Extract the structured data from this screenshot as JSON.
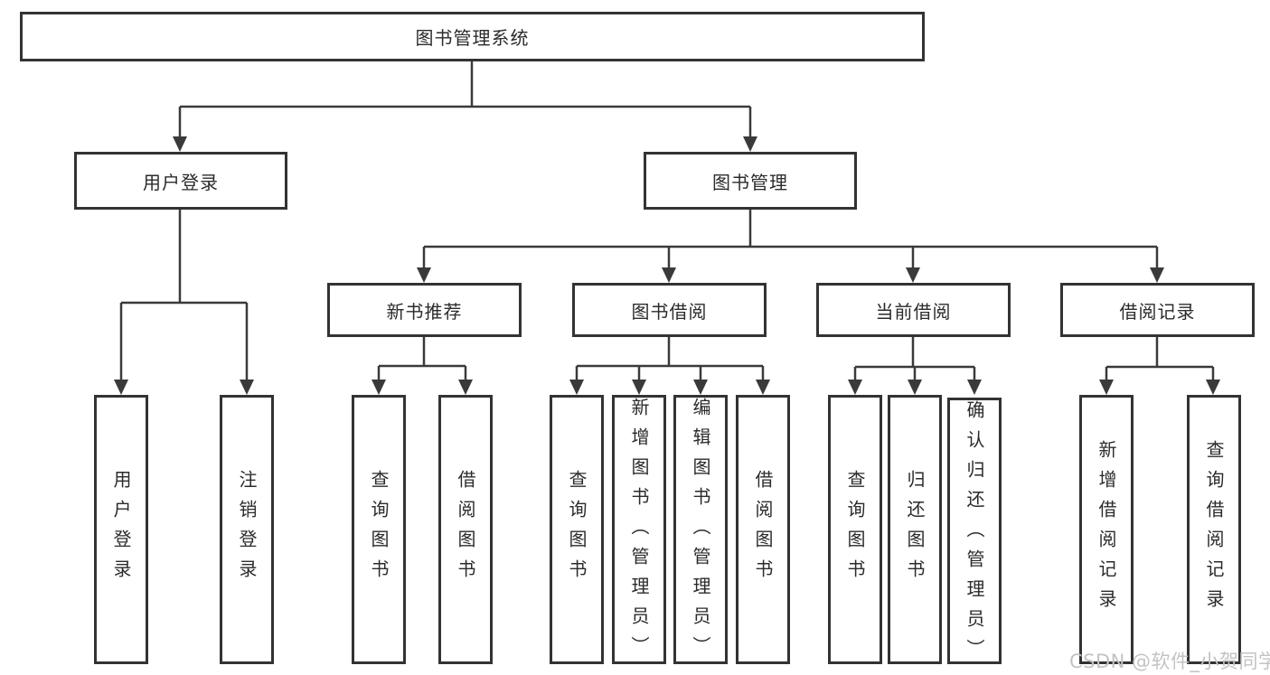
{
  "title": "图书管理系统",
  "tree": {
    "root": {
      "label": "图书管理系统"
    },
    "branches": [
      {
        "label": "用户登录",
        "leaves": [
          {
            "label": "用户登录"
          },
          {
            "label": "注销登录"
          }
        ]
      },
      {
        "label": "图书管理",
        "groups": [
          {
            "label": "新书推荐",
            "leaves": [
              {
                "label": "查询图书"
              },
              {
                "label": "借阅图书"
              }
            ]
          },
          {
            "label": "图书借阅",
            "leaves": [
              {
                "label": "查询图书"
              },
              {
                "label": "新增图书（管理员）"
              },
              {
                "label": "编辑图书（管理员）"
              },
              {
                "label": "借阅图书"
              }
            ]
          },
          {
            "label": "当前借阅",
            "leaves": [
              {
                "label": "查询图书"
              },
              {
                "label": "归还图书"
              },
              {
                "label": "确认归还（管理员）"
              }
            ]
          },
          {
            "label": "借阅记录",
            "leaves": [
              {
                "label": "新增借阅记录"
              },
              {
                "label": "查询借阅记录"
              }
            ]
          }
        ]
      }
    ]
  },
  "watermark": "CSDN @软件_小贺同学",
  "colors": {
    "line": "#3a3a3a",
    "box_border": "#333333",
    "text": "#2b2b2b",
    "watermark": "#c3c3c3",
    "background": "#ffffff"
  }
}
